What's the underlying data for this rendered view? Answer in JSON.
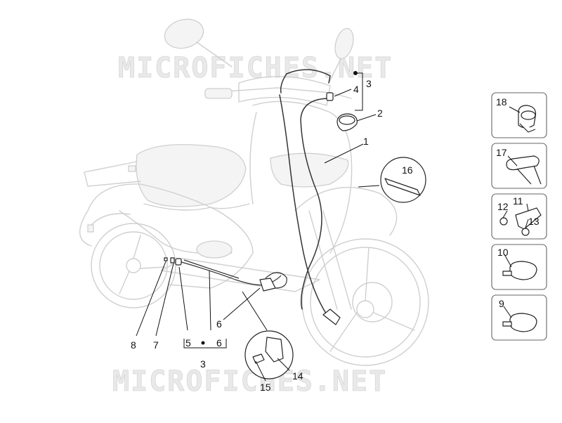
{
  "watermark": {
    "text": "MICROFICHES.NET"
  },
  "labels": {
    "n1": "1",
    "n2": "2",
    "n3_top": "3",
    "n3_bottom": "3",
    "n4": "4",
    "n5": "5",
    "n6a": "6",
    "n6b": "6",
    "n7": "7",
    "n8": "8",
    "n9": "9",
    "n10": "10",
    "n11": "11",
    "n12": "12",
    "n13": "13",
    "n14": "14",
    "n15": "15",
    "n16": "16",
    "n17": "17",
    "n18": "18"
  },
  "colors": {
    "outline": "#cfcfcf",
    "parts": "#222222",
    "watermark": "#e9e9e9"
  }
}
